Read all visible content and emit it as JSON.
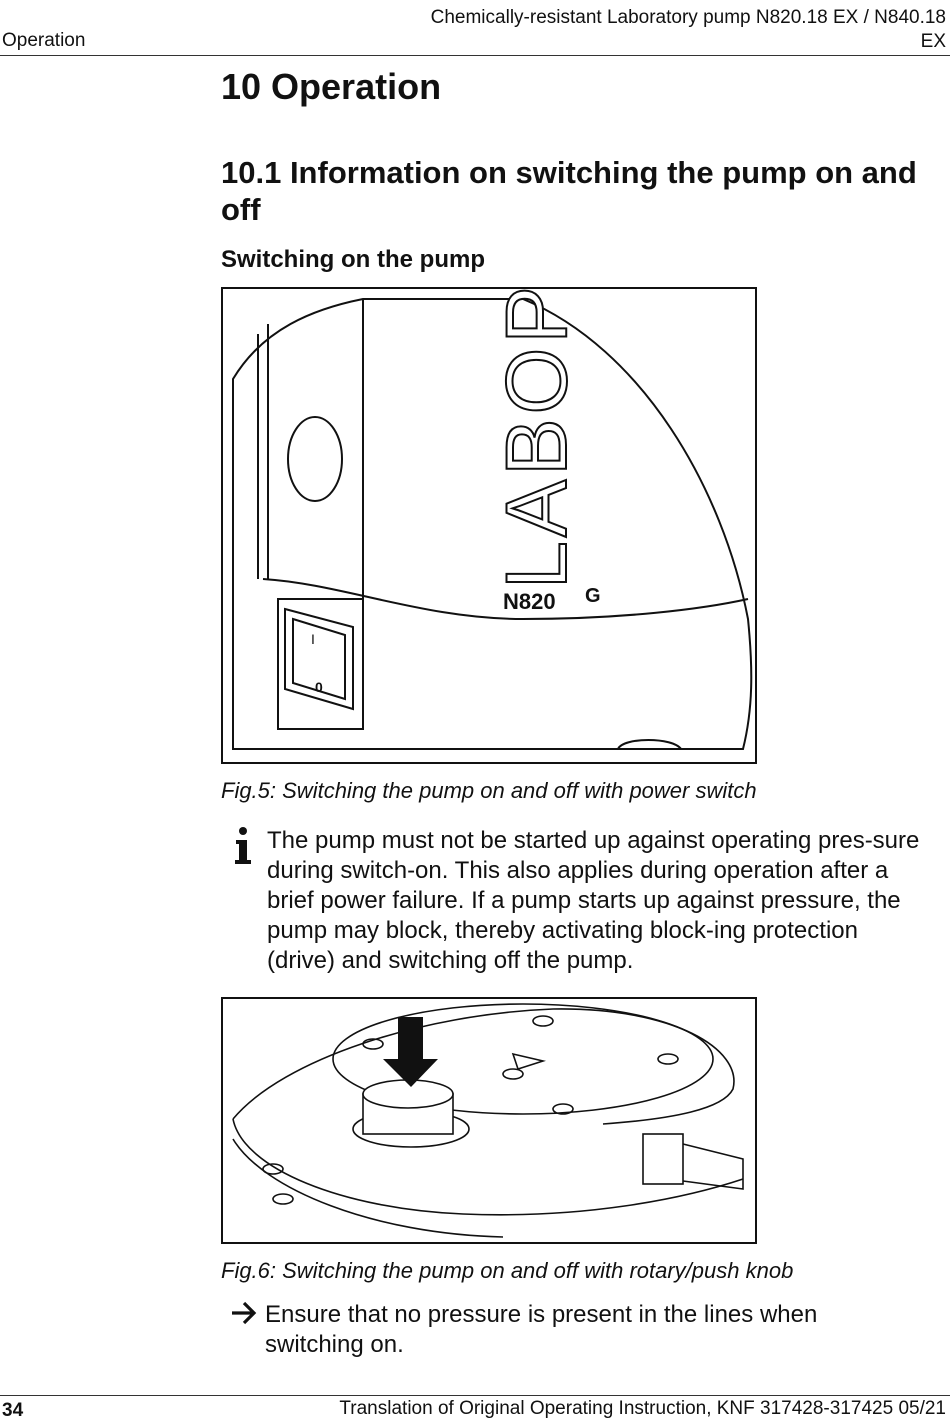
{
  "header": {
    "section": "Operation",
    "title_line1": "Chemically-resistant Laboratory pump N820.18 EX / N840.18",
    "title_line2": "EX"
  },
  "chapter_title": "10 Operation",
  "section_title": "10.1 Information on switching the pump on and off",
  "subheading": "Switching on the pump",
  "figure5": {
    "caption": "Fig.5: Switching the pump on and off with power switch",
    "brand_text": "LABOP",
    "model_text": "N820",
    "suffix_text": "G",
    "switch_on_mark": "I",
    "switch_off_mark": "0"
  },
  "note": {
    "icon": "info-icon",
    "text": "The pump must not be started up against operating pres-sure during switch-on. This also applies during operation after a brief power failure. If a pump starts up against pressure, the pump may block, thereby activating block-ing protection (drive) and switching off the pump."
  },
  "figure6": {
    "caption": "Fig.6: Switching the pump on and off with rotary/push knob"
  },
  "step": {
    "icon": "arrow-right-icon",
    "text": "Ensure that no pressure is present in the lines when switching on."
  },
  "footer": {
    "page_number": "34",
    "text": "Translation of Original Operating Instruction, KNF 317428-317425 05/21"
  }
}
